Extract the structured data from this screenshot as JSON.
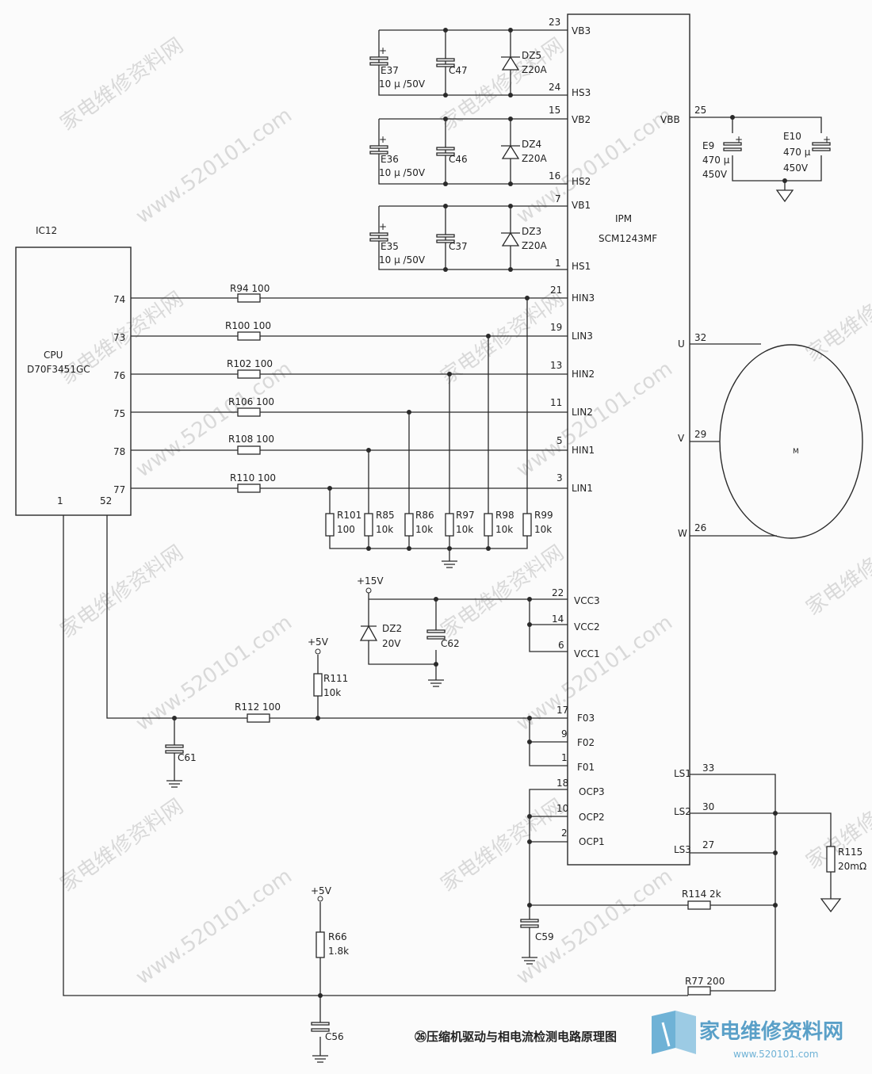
{
  "ic12": {
    "ref": "IC12",
    "name": "CPU",
    "part": "D70F3451GC"
  },
  "ipm": {
    "name": "IPM",
    "part": "SCM1243MF"
  },
  "inputs": [
    {
      "cpu_pin": "74",
      "resistor": "R94  100",
      "ipm_pin": "21",
      "ipm_label": "HIN3"
    },
    {
      "cpu_pin": "73",
      "resistor": "R100  100",
      "ipm_pin": "19",
      "ipm_label": "LIN3"
    },
    {
      "cpu_pin": "76",
      "resistor": "R102  100",
      "ipm_pin": "13",
      "ipm_label": "HIN2"
    },
    {
      "cpu_pin": "75",
      "resistor": "R106  100",
      "ipm_pin": "11",
      "ipm_label": "LIN2"
    },
    {
      "cpu_pin": "78",
      "resistor": "R108  100",
      "ipm_pin": "5",
      "ipm_label": "HIN1"
    },
    {
      "cpu_pin": "77",
      "resistor": "R110  100",
      "ipm_pin": "3",
      "ipm_label": "LIN1"
    }
  ],
  "cpu_bottom_pins": [
    "1",
    "52"
  ],
  "pulldowns": [
    {
      "ref": "R101",
      "val": "100"
    },
    {
      "ref": "R85",
      "val": "10k"
    },
    {
      "ref": "R86",
      "val": "10k"
    },
    {
      "ref": "R97",
      "val": "10k"
    },
    {
      "ref": "R98",
      "val": "10k"
    },
    {
      "ref": "R99",
      "val": "10k"
    }
  ],
  "bootstrap": [
    {
      "e_ref": "E37",
      "e_val": "10 μ /50V",
      "c_ref": "C47",
      "dz_ref": "DZ5",
      "dz_val": "Z20A",
      "vb_pin": "23",
      "vb": "VB3",
      "hs_pin": "24",
      "hs": "HS3"
    },
    {
      "e_ref": "E36",
      "e_val": "10 μ /50V",
      "c_ref": "C46",
      "dz_ref": "DZ4",
      "dz_val": "Z20A",
      "vb_pin": "15",
      "vb": "VB2",
      "hs_pin": "16",
      "hs": "HS2"
    },
    {
      "e_ref": "E35",
      "e_val": "10 μ /50V",
      "c_ref": "C37",
      "dz_ref": "DZ3",
      "dz_val": "Z20A",
      "vb_pin": "7",
      "vb": "VB1",
      "hs_pin": "1",
      "hs": "HS1"
    }
  ],
  "vbb": {
    "label": "VBB",
    "pin": "25",
    "e9_ref": "E9",
    "e9_val1": "470 μ",
    "e9_val2": "450V",
    "e10_ref": "E10",
    "e10_val1": "470 μ",
    "e10_val2": "450V"
  },
  "motor": {
    "label": "M",
    "phases": [
      {
        "label": "U",
        "pin": "32"
      },
      {
        "label": "V",
        "pin": "29"
      },
      {
        "label": "W",
        "pin": "26"
      }
    ]
  },
  "vcc": {
    "supply": "+15V",
    "dz_ref": "DZ2",
    "dz_val": "20V",
    "c_ref": "C62",
    "pins": [
      {
        "pin": "22",
        "label": "VCC3"
      },
      {
        "pin": "14",
        "label": "VCC2"
      },
      {
        "pin": "6",
        "label": "VCC1"
      }
    ]
  },
  "fault": {
    "supply": "+5V",
    "pullup_ref": "R111",
    "pullup_val": "10k",
    "series": "R112  100",
    "cap_ref": "C61",
    "pins": [
      {
        "pin": "17",
        "label": "F03"
      },
      {
        "pin": "9",
        "label": "F02"
      },
      {
        "pin": "1",
        "label": "F01"
      }
    ]
  },
  "ocp": {
    "pins": [
      {
        "pin": "18",
        "label": "OCP3"
      },
      {
        "pin": "10",
        "label": "OCP2"
      },
      {
        "pin": "2",
        "label": "OCP1"
      }
    ],
    "cap_ref": "C59",
    "res": "R114  2k"
  },
  "ls": {
    "pins": [
      {
        "pin": "33",
        "label": "LS1"
      },
      {
        "pin": "30",
        "label": "LS2"
      },
      {
        "pin": "27",
        "label": "LS3"
      }
    ],
    "shunt_ref": "R115",
    "shunt_val": "20mΩ"
  },
  "sense": {
    "supply": "+5V",
    "r66_ref": "R66",
    "r66_val": "1.8k",
    "r77": "R77  200",
    "c_ref": "C56"
  },
  "caption": "㉖压缩机驱动与相电流检测电路原理图",
  "watermarks": [
    "家电维修资料网",
    "www.520101.com"
  ],
  "logo": {
    "cn": "家电维修资料网",
    "url": "www.520101.com"
  }
}
